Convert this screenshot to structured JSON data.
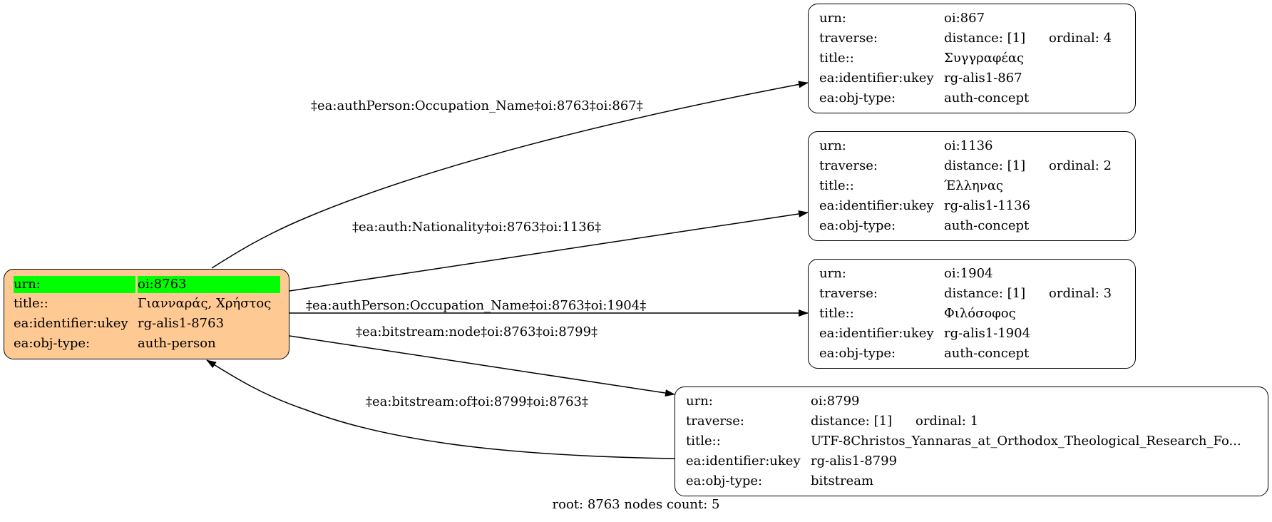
{
  "root_node": {
    "rows": [
      {
        "key": "urn:",
        "val": "oi:8763",
        "highlight": true
      },
      {
        "key": "title::",
        "val": "Γιανναράς, Χρήστος"
      },
      {
        "key": "ea:identifier:ukey",
        "val": "rg-alis1-8763"
      },
      {
        "key": "ea:obj-type:",
        "val": "auth-person"
      }
    ]
  },
  "nodes": [
    {
      "urn": "oi:867",
      "distance": "distance: [1]",
      "ordinal": "ordinal: 4",
      "title": "Συγγραφέας",
      "ukey": "rg-alis1-867",
      "objtype": "auth-concept"
    },
    {
      "urn": "oi:1136",
      "distance": "distance: [1]",
      "ordinal": "ordinal: 2",
      "title": "Έλληνας",
      "ukey": "rg-alis1-1136",
      "objtype": "auth-concept"
    },
    {
      "urn": "oi:1904",
      "distance": "distance: [1]",
      "ordinal": "ordinal: 3",
      "title": "Φιλόσοφος",
      "ukey": "rg-alis1-1904",
      "objtype": "auth-concept"
    },
    {
      "urn": "oi:8799",
      "distance": "distance: [1]",
      "ordinal": "ordinal: 1",
      "title": "UTF-8Christos_Yannaras_at_Orthodox_Theological_Research_Fo...",
      "ukey": "rg-alis1-8799",
      "objtype": "bitstream"
    }
  ],
  "labels": {
    "urn": "urn:",
    "traverse": "traverse:",
    "title": "title::",
    "ukey": "ea:identifier:ukey",
    "objtype": "ea:obj-type:"
  },
  "edges": [
    {
      "label": "‡ea:authPerson:Occupation_Name‡oi:8763‡oi:867‡"
    },
    {
      "label": "‡ea:auth:Nationality‡oi:8763‡oi:1136‡"
    },
    {
      "label": "‡ea:authPerson:Occupation_Name‡oi:8763‡oi:1904‡"
    },
    {
      "label": "‡ea:bitstream:node‡oi:8763‡oi:8799‡"
    },
    {
      "label": "‡ea:bitstream:of‡oi:8799‡oi:8763‡"
    }
  ],
  "footer": "root: 8763 nodes count: 5"
}
